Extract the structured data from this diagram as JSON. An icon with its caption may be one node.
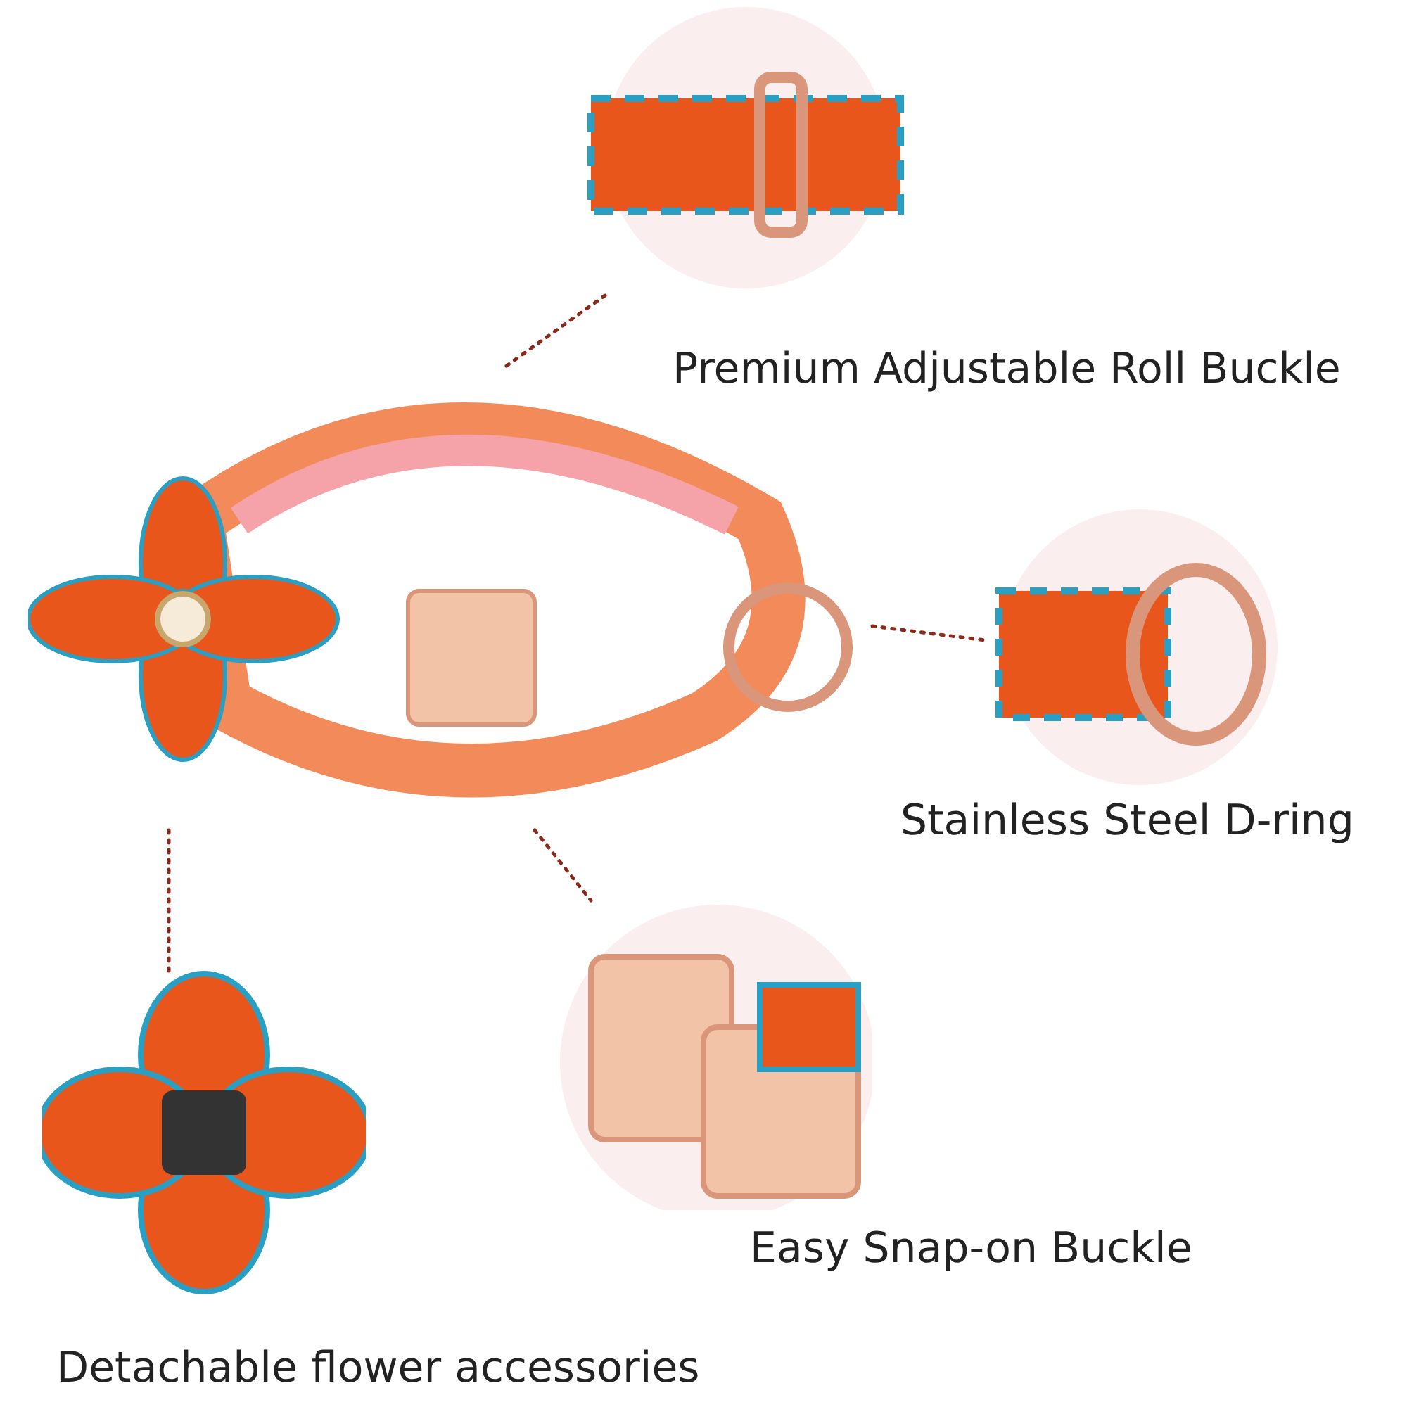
{
  "diagram": {
    "nodes": [
      {
        "text": [],
        "shape": "picture"
      },
      {
        "text": [],
        "shape": "picture",
        "beside": [
          "Premium Adjustable Roll Buckle"
        ]
      },
      {
        "text": [],
        "shape": "picture",
        "beside": [
          "Stainless Steel D-ring"
        ]
      },
      {
        "text": [],
        "shape": "picture",
        "beside": [
          "Easy Snap-on Buckle"
        ]
      },
      {
        "text": [],
        "shape": "picture",
        "beside": [
          "Detachable flower accessories"
        ]
      }
    ],
    "edges": [
      {
        "from": 0,
        "to": 1,
        "arrow": "none",
        "style": "dashed"
      },
      {
        "from": 0,
        "to": 2,
        "arrow": "none",
        "style": "dashed"
      },
      {
        "from": 0,
        "to": 3,
        "arrow": "none",
        "style": "dashed"
      },
      {
        "from": 0,
        "to": 4,
        "arrow": "none",
        "style": "dashed"
      }
    ]
  }
}
